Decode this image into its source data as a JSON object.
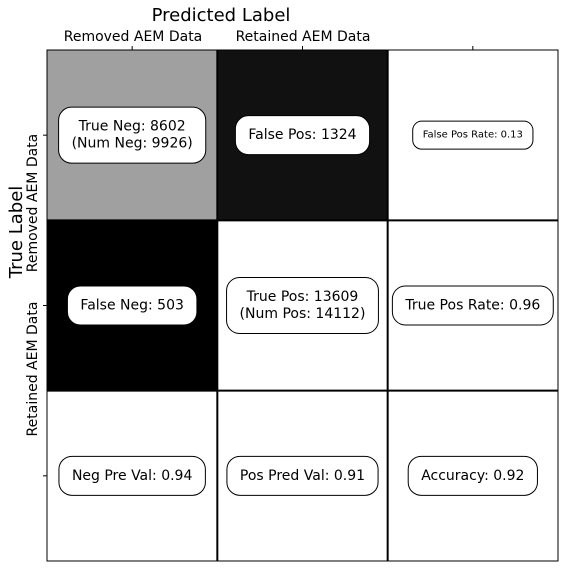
{
  "chart_data": {
    "type": "heatmap",
    "title": "Predicted Label",
    "xlabel": "",
    "ylabel": "True Label",
    "x_tick_labels": [
      "Removed AEM Data",
      "Retained AEM Data",
      ""
    ],
    "y_tick_labels": [
      "Removed AEM Data",
      "Retained AEM Data",
      ""
    ],
    "x_axis_position": "top",
    "grid": false,
    "legend": "none",
    "cells": [
      [
        {
          "label_lines": [
            "True Neg: 8602",
            "(Num Neg: 9926)"
          ],
          "fill": "#a0a0a0",
          "value": 8602,
          "font": "normal"
        },
        {
          "label_lines": [
            "False Pos: 1324"
          ],
          "fill": "#111111",
          "value": 1324,
          "font": "normal"
        },
        {
          "label_lines": [
            "False Pos Rate: 0.13"
          ],
          "fill": "#ffffff",
          "value": 0.13,
          "font": "small"
        }
      ],
      [
        {
          "label_lines": [
            "False Neg: 503"
          ],
          "fill": "#000000",
          "value": 503,
          "font": "normal"
        },
        {
          "label_lines": [
            "True Pos: 13609",
            "(Num Pos: 14112)"
          ],
          "fill": "#ffffff",
          "value": 13609,
          "font": "normal"
        },
        {
          "label_lines": [
            "True Pos Rate: 0.96"
          ],
          "fill": "#ffffff",
          "value": 0.96,
          "font": "normal"
        }
      ],
      [
        {
          "label_lines": [
            "Neg Pre Val: 0.94"
          ],
          "fill": "#ffffff",
          "value": 0.94,
          "font": "normal"
        },
        {
          "label_lines": [
            "Pos Pred Val: 0.91"
          ],
          "fill": "#ffffff",
          "value": 0.91,
          "font": "normal"
        },
        {
          "label_lines": [
            "Accuracy: 0.92"
          ],
          "fill": "#ffffff",
          "value": 0.92,
          "font": "normal"
        }
      ]
    ]
  }
}
